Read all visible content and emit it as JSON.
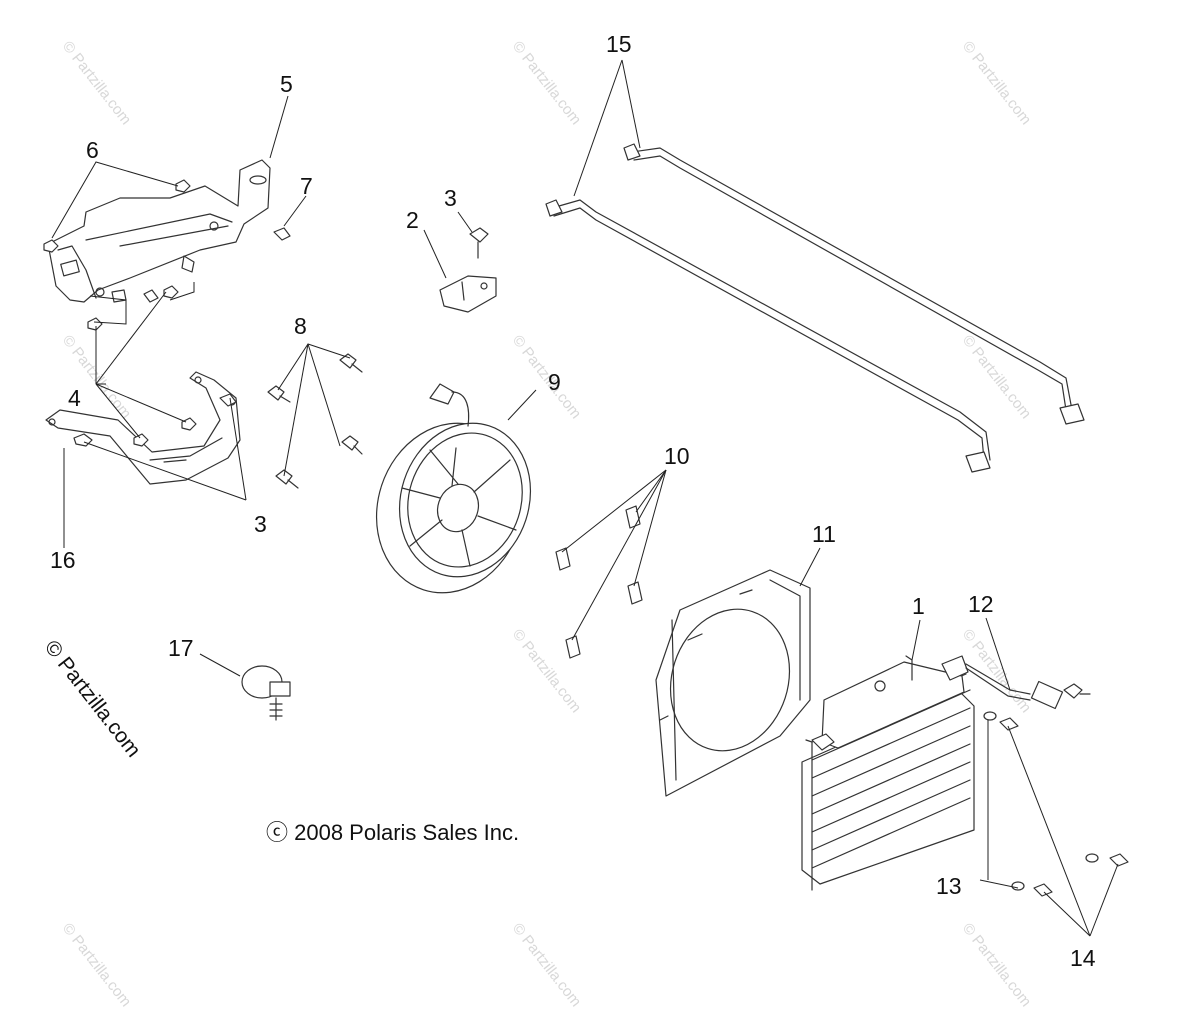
{
  "diagram": {
    "copyright": "ⓒ 2008 Polaris Sales Inc.",
    "side_watermark": "© Partzilla.com",
    "tile_watermark": "© Partzilla.com",
    "callouts": [
      {
        "id": "c1",
        "label": "1"
      },
      {
        "id": "c2",
        "label": "2"
      },
      {
        "id": "c3a",
        "label": "3"
      },
      {
        "id": "c3b",
        "label": "3"
      },
      {
        "id": "c4",
        "label": "4"
      },
      {
        "id": "c5",
        "label": "5"
      },
      {
        "id": "c6",
        "label": "6"
      },
      {
        "id": "c7",
        "label": "7"
      },
      {
        "id": "c8",
        "label": "8"
      },
      {
        "id": "c9",
        "label": "9"
      },
      {
        "id": "c10",
        "label": "10"
      },
      {
        "id": "c11",
        "label": "11"
      },
      {
        "id": "c12",
        "label": "12"
      },
      {
        "id": "c13",
        "label": "13"
      },
      {
        "id": "c14",
        "label": "14"
      },
      {
        "id": "c15",
        "label": "15"
      },
      {
        "id": "c16",
        "label": "16"
      },
      {
        "id": "c17",
        "label": "17"
      }
    ]
  }
}
